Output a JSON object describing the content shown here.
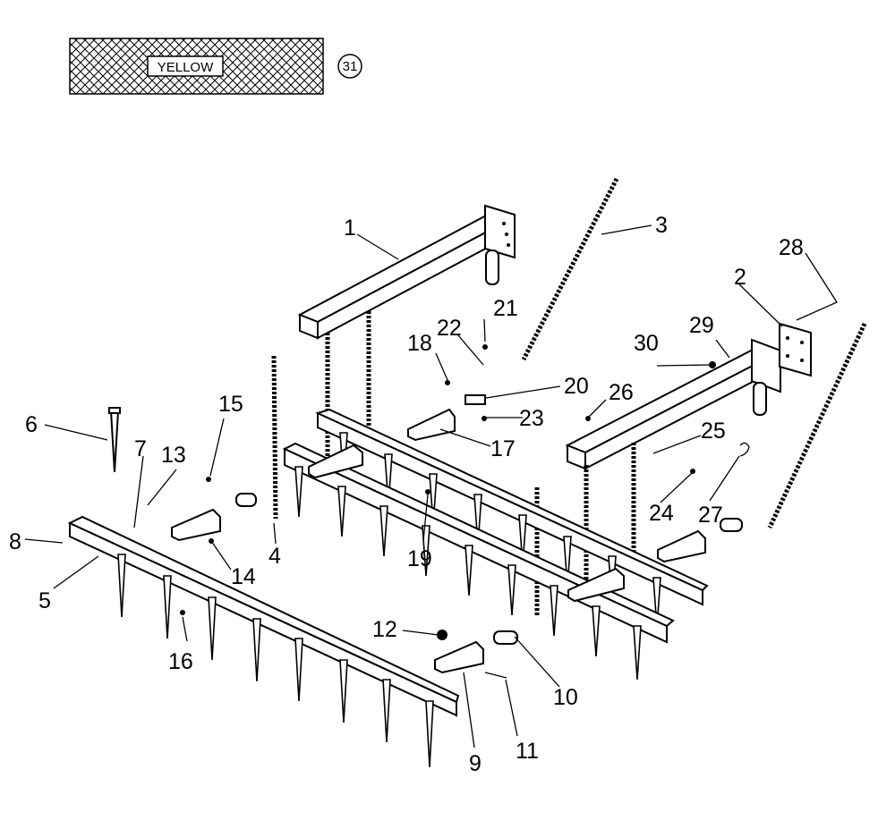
{
  "swatch": {
    "text": "YELLOW",
    "callout": "31"
  },
  "labels": {
    "p1": "1",
    "p2": "2",
    "p3": "3",
    "p4": "4",
    "p5": "5",
    "p6": "6",
    "p7": "7",
    "p8": "8",
    "p9": "9",
    "p10": "10",
    "p11": "11",
    "p12": "12",
    "p13": "13",
    "p14": "14",
    "p15": "15",
    "p16": "16",
    "p17": "17",
    "p18": "18",
    "p19": "19",
    "p20": "20",
    "p21": "21",
    "p22": "22",
    "p23": "23",
    "p24": "24",
    "p25": "25",
    "p26": "26",
    "p27": "27",
    "p28": "28",
    "p29": "29",
    "p30": "30"
  }
}
